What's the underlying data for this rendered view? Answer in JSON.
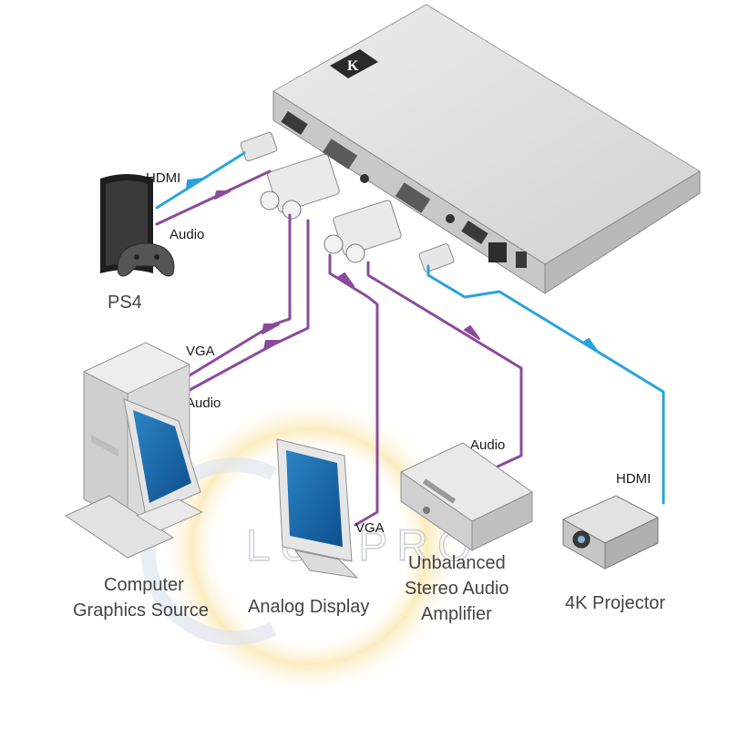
{
  "colors": {
    "hdmi": "#2aa3dc",
    "audio_vga": "#8b4b9b",
    "device": "#d9d9d9",
    "device_dark": "#a8a8a8",
    "caption": "#444444",
    "watermark_ring": "#f5d98a"
  },
  "watermark": {
    "text": "LUXPRO"
  },
  "switcher": {
    "logo": "K"
  },
  "devices": {
    "ps4": {
      "caption": "PS4"
    },
    "computer": {
      "caption_line1": "Computer",
      "caption_line2": "Graphics Source"
    },
    "analog_display": {
      "caption": "Analog Display"
    },
    "amplifier": {
      "caption_line1": "Unbalanced",
      "caption_line2": "Stereo Audio",
      "caption_line3": "Amplifier"
    },
    "projector": {
      "caption": "4K Projector"
    }
  },
  "connections": {
    "ps4_hdmi": "HDMI",
    "ps4_audio": "Audio",
    "pc_vga": "VGA",
    "pc_audio": "Audio",
    "display_vga": "VGA",
    "amp_audio": "Audio",
    "projector_hdmi": "HDMI"
  }
}
